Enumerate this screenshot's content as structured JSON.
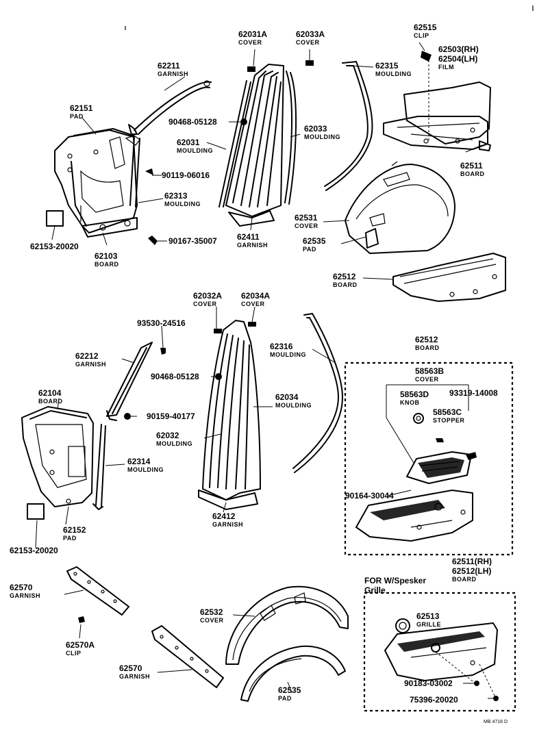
{
  "callouts": [
    {
      "id": "c62211",
      "num": "62211",
      "name": "GARNISH"
    },
    {
      "id": "c62151",
      "num": "62151",
      "name": "PAD"
    },
    {
      "id": "c62031A",
      "num": "62031A",
      "name": "COVER"
    },
    {
      "id": "c62033A",
      "num": "62033A",
      "name": "COVER"
    },
    {
      "id": "c62515",
      "num": "62515",
      "name": "CLIP"
    },
    {
      "id": "c62503",
      "num": "62503(RH)",
      "name": ""
    },
    {
      "id": "c62504",
      "num": "62504(LH)",
      "name": "FILM"
    },
    {
      "id": "c62315",
      "num": "62315",
      "name": "MOULDING"
    },
    {
      "id": "c90468a",
      "num": "90468-05128",
      "name": ""
    },
    {
      "id": "c62031",
      "num": "62031",
      "name": "MOULDING"
    },
    {
      "id": "c62033",
      "num": "62033",
      "name": "MOULDING"
    },
    {
      "id": "c90119",
      "num": "90119-06016",
      "name": ""
    },
    {
      "id": "c62511a",
      "num": "62511",
      "name": "BOARD"
    },
    {
      "id": "c62313",
      "num": "62313",
      "name": "MOULDING"
    },
    {
      "id": "c62531",
      "num": "62531",
      "name": "COVER"
    },
    {
      "id": "c62411",
      "num": "62411",
      "name": "GARNISH"
    },
    {
      "id": "c62535a",
      "num": "62535",
      "name": "PAD"
    },
    {
      "id": "c90167",
      "num": "90167-35007",
      "name": ""
    },
    {
      "id": "c62153a",
      "num": "62153-20020",
      "name": ""
    },
    {
      "id": "c62103",
      "num": "62103",
      "name": "BOARD"
    },
    {
      "id": "c62512a",
      "num": "62512",
      "name": "BOARD"
    },
    {
      "id": "c62032A",
      "num": "62032A",
      "name": "COVER"
    },
    {
      "id": "c62034A",
      "num": "62034A",
      "name": "COVER"
    },
    {
      "id": "c93530",
      "num": "93530-24516",
      "name": ""
    },
    {
      "id": "c62316",
      "num": "62316",
      "name": "MOULDING"
    },
    {
      "id": "c62512b",
      "num": "62512",
      "name": "BOARD"
    },
    {
      "id": "c62212",
      "num": "62212",
      "name": "GARNISH"
    },
    {
      "id": "c58563B",
      "num": "58563B",
      "name": "COVER"
    },
    {
      "id": "c90468b",
      "num": "90468-05128",
      "name": ""
    },
    {
      "id": "c62104",
      "num": "62104",
      "name": "BOARD"
    },
    {
      "id": "c58563D",
      "num": "58563D",
      "name": "KNOB"
    },
    {
      "id": "c93319",
      "num": "93319-14008",
      "name": ""
    },
    {
      "id": "c62034",
      "num": "62034",
      "name": "MOULDING"
    },
    {
      "id": "c90159",
      "num": "90159-40177",
      "name": ""
    },
    {
      "id": "c58563C",
      "num": "58563C",
      "name": "STOPPER"
    },
    {
      "id": "c62032",
      "num": "62032",
      "name": "MOULDING"
    },
    {
      "id": "c62314",
      "num": "62314",
      "name": "MOULDING"
    },
    {
      "id": "c90164",
      "num": "90164-30044",
      "name": ""
    },
    {
      "id": "c62412",
      "num": "62412",
      "name": "GARNISH"
    },
    {
      "id": "c62152",
      "num": "62152",
      "name": "PAD"
    },
    {
      "id": "c62153b",
      "num": "62153-20020",
      "name": ""
    },
    {
      "id": "c62511b",
      "num": "62511(RH)",
      "name": ""
    },
    {
      "id": "c62512c",
      "num": "62512(LH)",
      "name": "BOARD"
    },
    {
      "id": "c62570a",
      "num": "62570",
      "name": "GARNISH"
    },
    {
      "id": "c62532",
      "num": "62532",
      "name": "COVER"
    },
    {
      "id": "c62513",
      "num": "62513",
      "name": "GRILLE"
    },
    {
      "id": "c62570A",
      "num": "62570A",
      "name": "CLIP"
    },
    {
      "id": "c62570b",
      "num": "62570",
      "name": "GARNISH"
    },
    {
      "id": "c62535b",
      "num": "62535",
      "name": "PAD"
    },
    {
      "id": "c90183",
      "num": "90183-03002",
      "name": ""
    },
    {
      "id": "c75396",
      "num": "75396-20020",
      "name": ""
    }
  ],
  "option_note": {
    "line1": "FOR W/Spesker",
    "line2": "Grille"
  },
  "code": "MB 4716 D"
}
